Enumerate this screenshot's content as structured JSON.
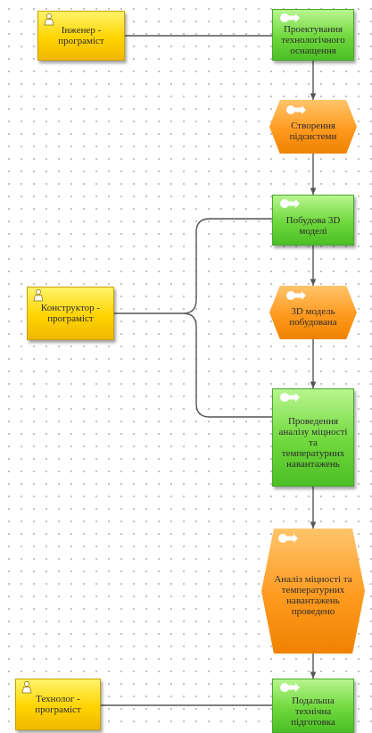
{
  "diagram": {
    "roles": [
      {
        "id": "engineer",
        "label": "Інженер - програміст"
      },
      {
        "id": "designer",
        "label": "Конструктор - програміст"
      },
      {
        "id": "technologist",
        "label": "Технолог - програміст"
      }
    ],
    "functions": [
      {
        "id": "f1",
        "label": "Проектування технологічного оснащення"
      },
      {
        "id": "f2",
        "label": "Побудова 3D моделі"
      },
      {
        "id": "f3",
        "label": "Проведення аналізу міцності та температурних навантажень"
      },
      {
        "id": "f4",
        "label": "Подальша технічна підготовка"
      }
    ],
    "events": [
      {
        "id": "e1",
        "label": "Створення підсистеми"
      },
      {
        "id": "e2",
        "label": "3D модель побудована"
      },
      {
        "id": "e3",
        "label": "Аналіз міцності та температурних навантажень проведено"
      }
    ],
    "colors": {
      "role": "#ffd400",
      "function": "#6fd83c",
      "event": "#ff9a1f",
      "connector": "#555555"
    }
  }
}
